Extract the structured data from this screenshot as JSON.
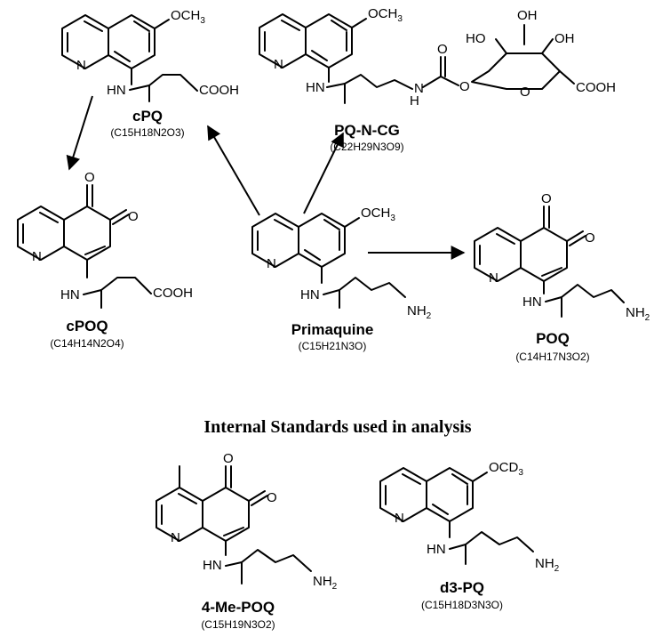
{
  "caption": "Internal Standards used in analysis",
  "atoms": {
    "N": "N",
    "NH": "HN",
    "O": "O",
    "OH": "OH",
    "HO": "HO",
    "NH2": "NH",
    "NH2_sub": "2",
    "H": "H",
    "COOH": "COOH",
    "OCH3": "OCH",
    "OCH3_sub": "3",
    "OCD3": "OCD",
    "OCD3_sub": "3"
  },
  "compounds": [
    {
      "id": "cpq",
      "name": "cPQ",
      "formula": "(C15H18N2O3)"
    },
    {
      "id": "pqncg",
      "name": "PQ-N-CG",
      "formula": "(C22H29N3O9)"
    },
    {
      "id": "cpoq",
      "name": "cPOQ",
      "formula": "(C14H14N2O4)"
    },
    {
      "id": "primaquine",
      "name": "Primaquine",
      "formula": "(C15H21N3O)"
    },
    {
      "id": "poq",
      "name": "POQ",
      "formula": "(C14H17N3O2)"
    },
    {
      "id": "mepoq",
      "name": "4-Me-POQ",
      "formula": "(C15H19N3O2)"
    },
    {
      "id": "d3pq",
      "name": "d3-PQ",
      "formula": "(C15H18D3N3O)"
    }
  ]
}
